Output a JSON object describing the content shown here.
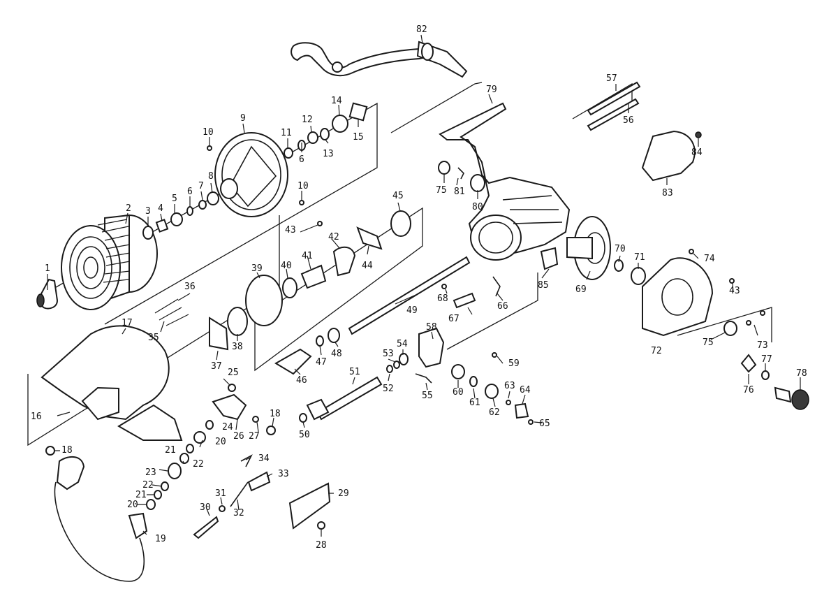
{
  "callouts": [
    "1",
    "2",
    "3",
    "4",
    "5",
    "6",
    "6",
    "7",
    "8",
    "9",
    "10",
    "10",
    "11",
    "12",
    "13",
    "14",
    "15",
    "16",
    "17",
    "18",
    "18",
    "19",
    "20",
    "20",
    "21",
    "21",
    "22",
    "22",
    "23",
    "24",
    "25",
    "26",
    "27",
    "28",
    "29",
    "30",
    "31",
    "32",
    "33",
    "34",
    "35",
    "36",
    "37",
    "38",
    "39",
    "40",
    "41",
    "42",
    "43",
    "43",
    "44",
    "45",
    "46",
    "47",
    "48",
    "49",
    "50",
    "51",
    "52",
    "53",
    "54",
    "55",
    "56",
    "57",
    "58",
    "59",
    "60",
    "61",
    "62",
    "63",
    "64",
    "65",
    "66",
    "67",
    "68",
    "69",
    "70",
    "71",
    "72",
    "73",
    "74",
    "75",
    "75",
    "76",
    "77",
    "78",
    "79",
    "80",
    "81",
    "82",
    "83",
    "84",
    "85"
  ]
}
